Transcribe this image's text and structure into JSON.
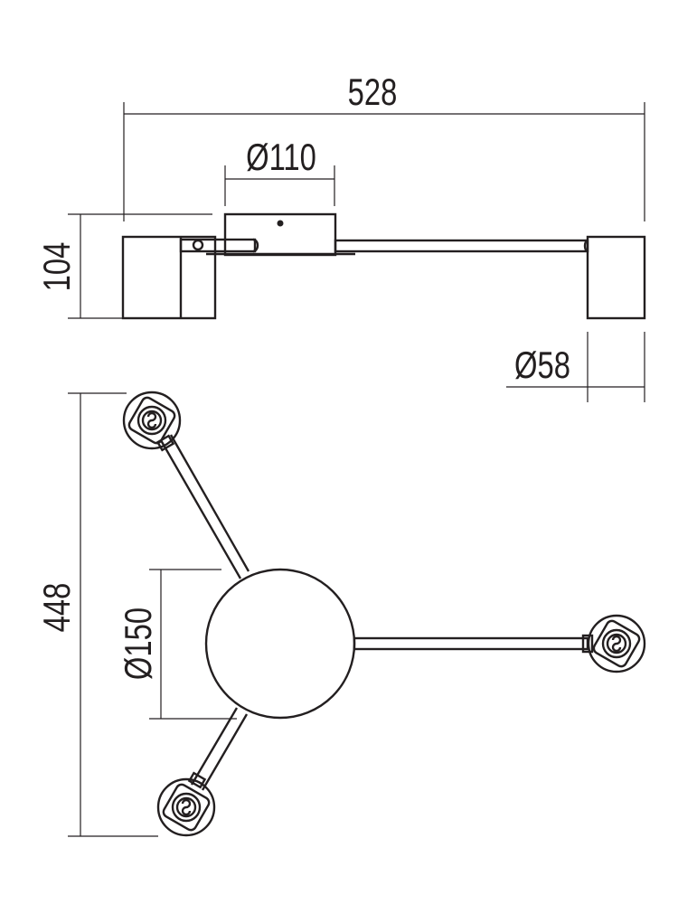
{
  "dimensions": {
    "overall_width": "528",
    "canopy_diameter": "Ø110",
    "height": "104",
    "head_diameter": "Ø58",
    "overall_depth": "448",
    "base_diameter": "Ø150"
  },
  "colors": {
    "line": "#231f20",
    "background": "#ffffff"
  }
}
